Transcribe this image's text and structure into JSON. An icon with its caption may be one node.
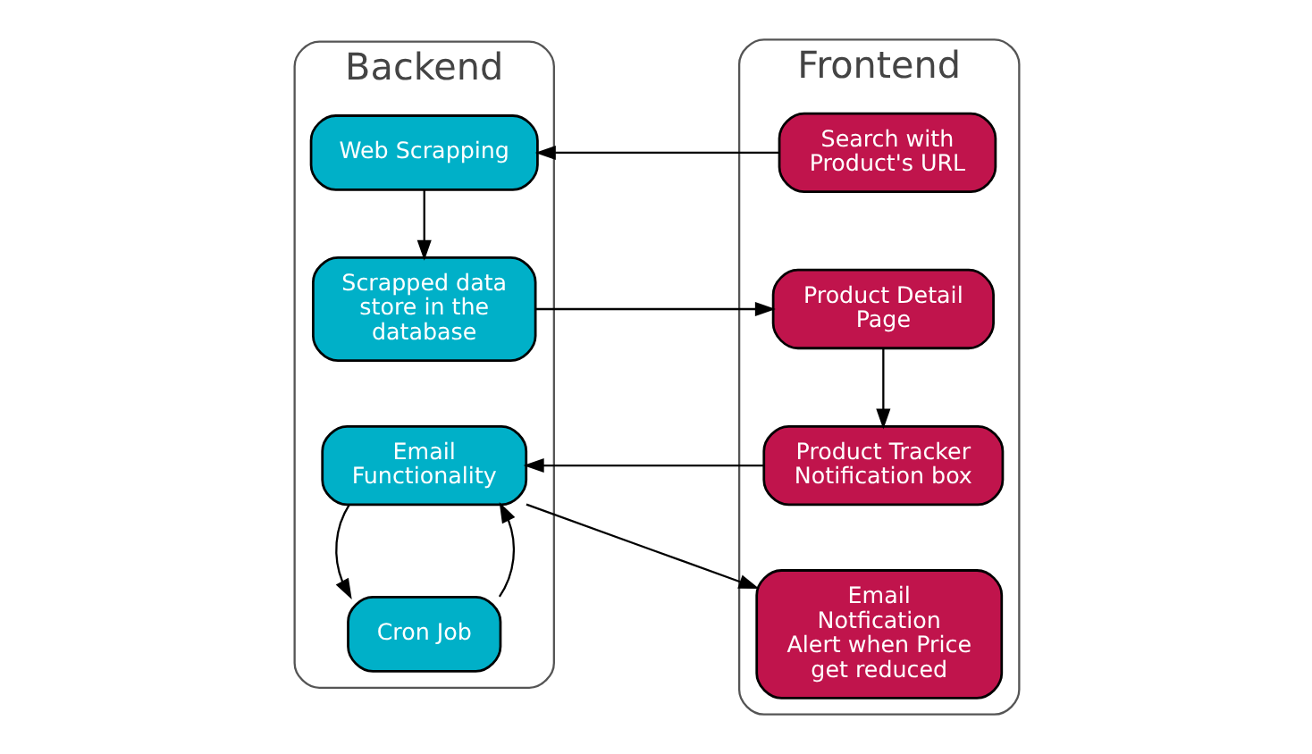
{
  "diagram": {
    "nodes": [
      {
        "text": [
          "Backend"
        ]
      },
      {
        "text": [
          "Web Scrapping"
        ],
        "in": 0
      },
      {
        "text": [
          "Scrapped data store in the database"
        ],
        "in": 0
      },
      {
        "text": [
          "Email Functionality"
        ],
        "in": 0
      },
      {
        "text": [
          "Cron Job"
        ],
        "in": 0
      },
      {
        "text": [
          "Frontend"
        ]
      },
      {
        "text": [
          "Search with Product's URL"
        ],
        "in": 5
      },
      {
        "text": [
          "Product Detail Page"
        ],
        "in": 5
      },
      {
        "text": [
          "Product Tracker Notification box"
        ],
        "in": 5
      },
      {
        "text": [
          "Email Notfication Alert when Price get reduced"
        ],
        "in": 5
      }
    ],
    "edges": [
      {
        "from": 6,
        "to": 1,
        "arrow": "to"
      },
      {
        "from": 1,
        "to": 2,
        "arrow": "to"
      },
      {
        "from": 2,
        "to": 7,
        "arrow": "to"
      },
      {
        "from": 7,
        "to": 8,
        "arrow": "to"
      },
      {
        "from": 8,
        "to": 3,
        "arrow": "to"
      },
      {
        "from": 3,
        "to": 4,
        "arrow": "to"
      },
      {
        "from": 4,
        "to": 3,
        "arrow": "to"
      },
      {
        "from": 3,
        "to": 9,
        "arrow": "to"
      }
    ]
  }
}
